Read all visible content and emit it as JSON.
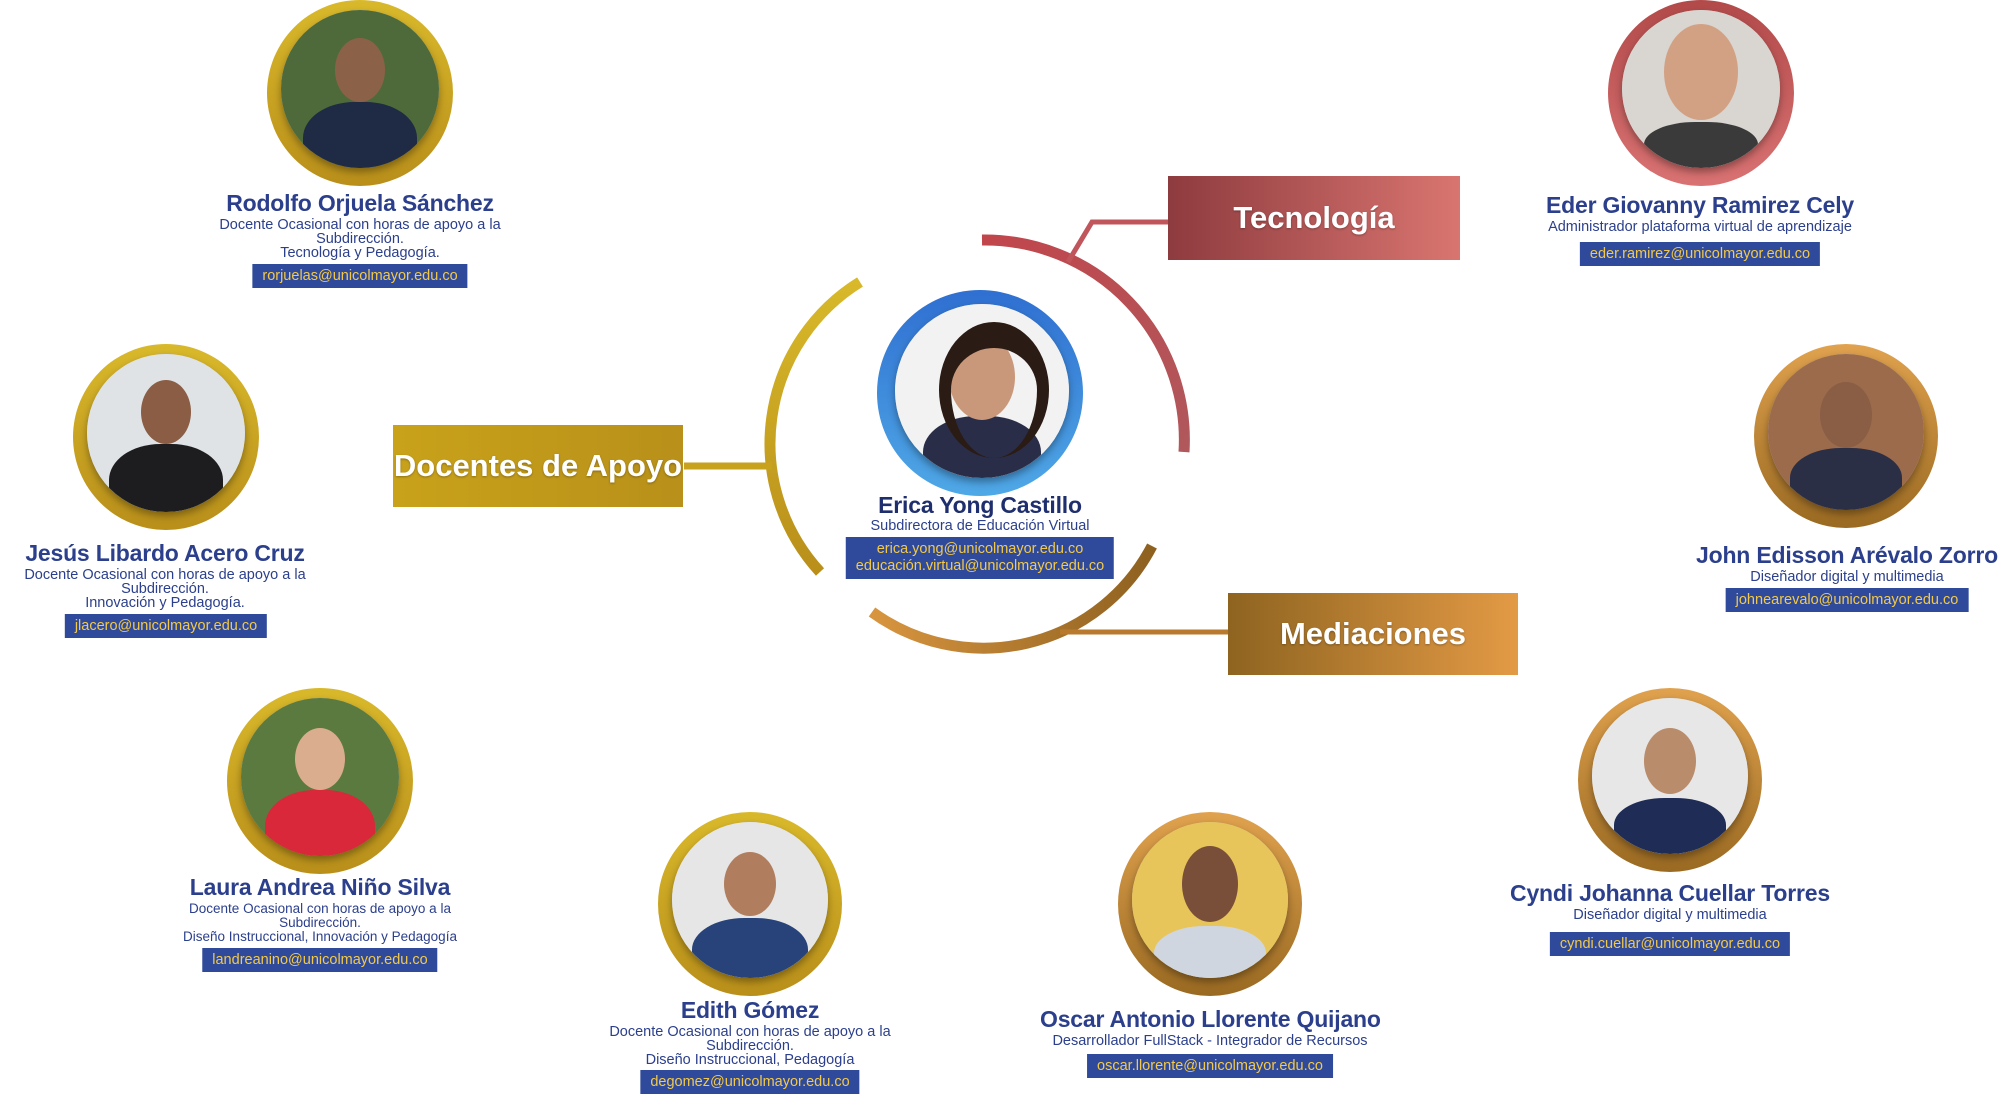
{
  "categories": {
    "docentes": "Docentes de Apoyo",
    "tecnologia": "Tecnología",
    "mediaciones": "Mediaciones"
  },
  "colors": {
    "gold": "#c8a21c",
    "copper": "#b97a2e",
    "rose": "#c8656a",
    "blue": "#2f4a9a",
    "email_text": "#f2c94c"
  },
  "center": {
    "name": "Erica Yong Castillo",
    "role": "Subdirectora de Educación Virtual",
    "email1": "erica.yong@unicolmayor.edu.co",
    "email2": "educación.virtual@unicolmayor.edu.co"
  },
  "people": [
    {
      "name": "Rodolfo Orjuela Sánchez",
      "role": [
        "Docente Ocasional con horas de apoyo a la",
        "Subdirección.",
        "Tecnología y Pedagogía."
      ],
      "email": "rorjuelas@unicolmayor.edu.co"
    },
    {
      "name": "Jesús Libardo Acero Cruz",
      "role": [
        "Docente Ocasional con horas de apoyo a la",
        "Subdirección.",
        "Innovación y Pedagogía."
      ],
      "email": "jlacero@unicolmayor.edu.co"
    },
    {
      "name": "Laura Andrea Niño Silva",
      "role": [
        "Docente Ocasional con horas de apoyo a la",
        "Subdirección.",
        "Diseño Instruccional, Innovación y Pedagogía"
      ],
      "email": "landreanino@unicolmayor.edu.co"
    },
    {
      "name": "Edith Gómez",
      "role": [
        "Docente Ocasional con horas de apoyo a la",
        "Subdirección.",
        "Diseño Instruccional, Pedagogía"
      ],
      "email": "degomez@unicolmayor.edu.co"
    },
    {
      "name": "Oscar Antonio Llorente Quijano",
      "role": [
        "Desarrollador FullStack - Integrador de Recursos"
      ],
      "email": "oscar.llorente@unicolmayor.edu.co"
    },
    {
      "name": "Cyndi Johanna Cuellar Torres",
      "role": [
        "Diseñador digital y multimedia"
      ],
      "email": "cyndi.cuellar@unicolmayor.edu.co"
    },
    {
      "name": "John Edisson Arévalo Zorro",
      "role": [
        "Diseñador digital y multimedia"
      ],
      "email": "johnearevalo@unicolmayor.edu.co"
    },
    {
      "name": "Eder Giovanny Ramirez Cely",
      "role": [
        "Administrador plataforma virtual de aprendizaje"
      ],
      "email": "eder.ramirez@unicolmayor.edu.co"
    }
  ]
}
